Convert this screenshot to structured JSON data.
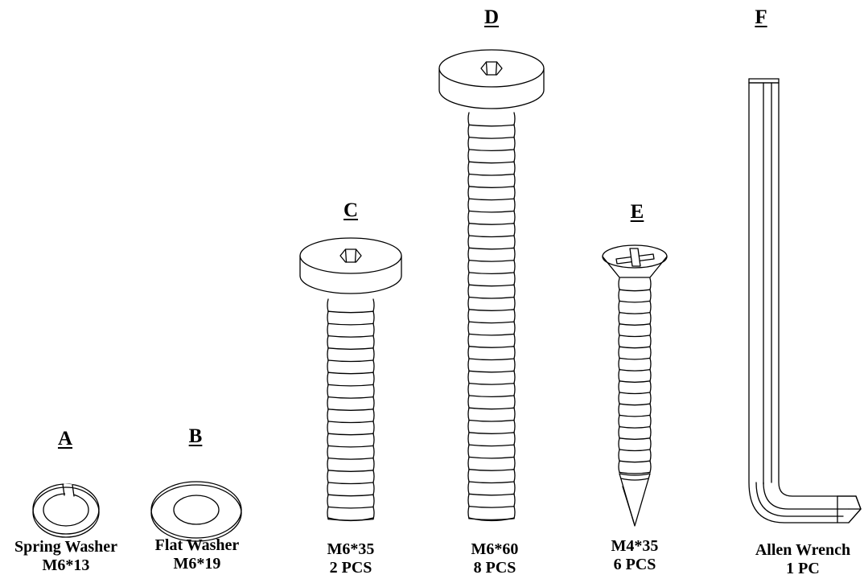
{
  "parts": [
    {
      "id": "A",
      "letter": "A",
      "line1": "Spring Washer",
      "line2": "M6*13"
    },
    {
      "id": "B",
      "letter": "B",
      "line1": "Flat Washer",
      "line2": "M6*19"
    },
    {
      "id": "C",
      "letter": "C",
      "line1": "M6*35",
      "line2": "2 PCS"
    },
    {
      "id": "D",
      "letter": "D",
      "line1": "M6*60",
      "line2": "8 PCS"
    },
    {
      "id": "E",
      "letter": "E",
      "line1": "M4*35",
      "line2": "6 PCS"
    },
    {
      "id": "F",
      "letter": "F",
      "line1": "Allen Wrench",
      "line2": "1 PC"
    }
  ],
  "colors": {
    "ink": "#000000",
    "paper": "#ffffff"
  },
  "icons": [
    "spring-washer-icon",
    "flat-washer-icon",
    "hex-socket-bolt-icon",
    "long-hex-socket-bolt-icon",
    "phillips-wood-screw-icon",
    "allen-wrench-icon"
  ]
}
